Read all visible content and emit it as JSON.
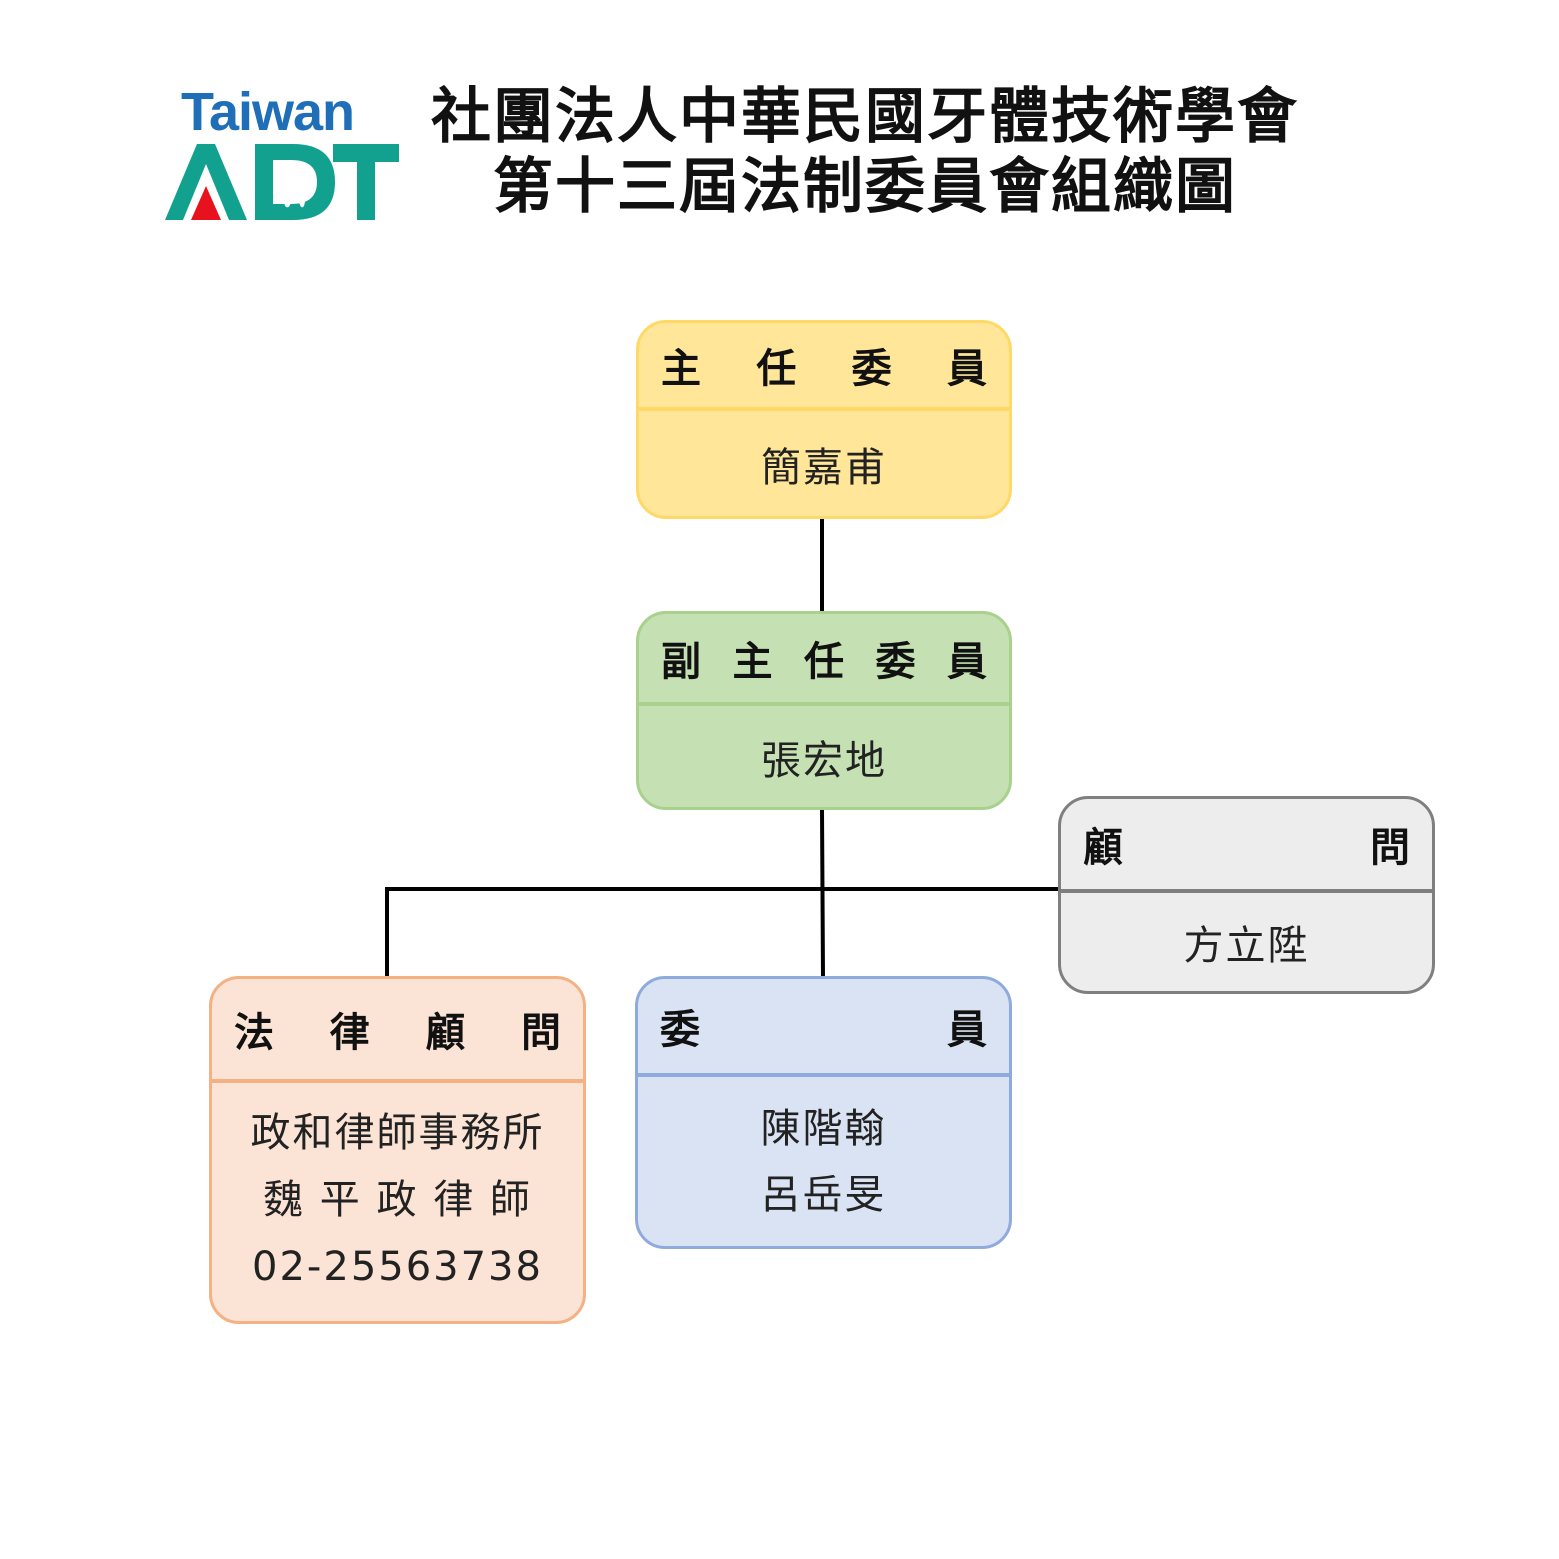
{
  "logo": {
    "taiwan": "Taiwan",
    "adt": "ADT",
    "colors": {
      "blue": "#1f6fb8",
      "teal": "#12a08f",
      "red": "#e8121e"
    }
  },
  "title": {
    "line1": "社團法人中華民國牙體技術學會",
    "line2": "第十三屆法制委員會組織圖"
  },
  "nodes": {
    "chair": {
      "title": [
        "主",
        "任",
        "委",
        "員"
      ],
      "names": [
        "簡嘉甫"
      ],
      "fill": "#ffe699",
      "border": "#ffd966"
    },
    "vice": {
      "title": [
        "副",
        "主",
        "任",
        "委",
        "員"
      ],
      "names": [
        "張宏地"
      ],
      "fill": "#c5e0b3",
      "border": "#a9d18e"
    },
    "advisor": {
      "title": [
        "顧",
        "問"
      ],
      "names": [
        "方立陞"
      ],
      "fill": "#ededed",
      "border": "#7f7f7f"
    },
    "legal": {
      "title": [
        "法",
        "律",
        "顧",
        "問"
      ],
      "names": [
        "政和律師事務所",
        "魏 平 政 律 師",
        "02-25563738"
      ],
      "fill": "#fbe4d5",
      "border": "#f4b183"
    },
    "members": {
      "title": [
        "委",
        "員"
      ],
      "names": [
        "陳階翰",
        "呂岳旻"
      ],
      "fill": "#dae3f3",
      "border": "#8faadc"
    }
  }
}
